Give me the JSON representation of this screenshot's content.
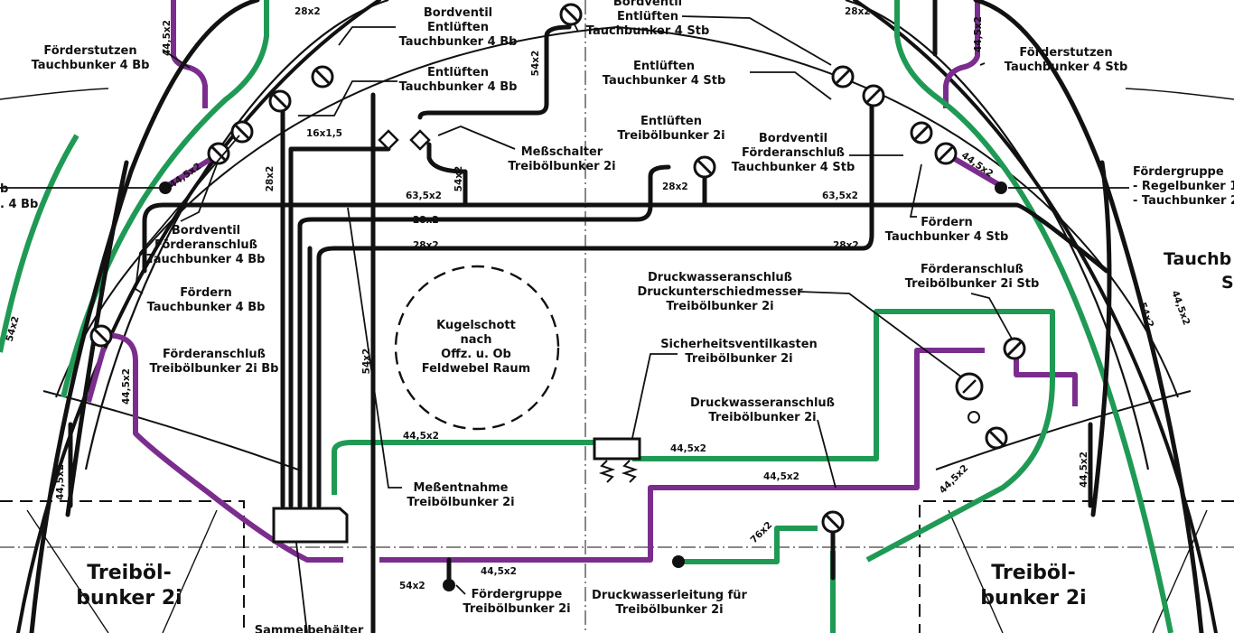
{
  "labels": {
    "foerderstutzen_bb": [
      "Förderstutzen",
      "Tauchbunker 4 Bb"
    ],
    "foerderstutzen_stb": [
      "Förderstutzen",
      "Tauchbunker 4 Stb"
    ],
    "bordventil_entlueften_bb": [
      "Bordventil",
      "Entlüften",
      "Tauchbunker 4 Bb"
    ],
    "bordventil_entlueften_stb": [
      "Bordventil",
      "Entlüften",
      "Tauchbunker 4 Stb"
    ],
    "entlueften_bb": [
      "Entlüften",
      "Tauchbunker 4 Bb"
    ],
    "entlueften_stb": [
      "Entlüften",
      "Tauchbunker 4 Stb"
    ],
    "messschalter": [
      "Meßschalter",
      "Treibölbunker 2i"
    ],
    "entlueften_treib": [
      "Entlüften",
      "Treibölbunker 2i"
    ],
    "bordventil_foerder_stb": [
      "Bordventil",
      "Förderanschluß",
      "Tauchbunker 4 Stb"
    ],
    "bordventil_foerder_bb": [
      "Bordventil",
      "Förderanschluß",
      "Tauchbunker 4 Bb"
    ],
    "foerdern_bb": [
      "Fördern",
      "Tauchbunker 4 Bb"
    ],
    "foerdern_stb": [
      "Fördern",
      "Tauchbunker 4 Stb"
    ],
    "foerdergruppe_right": [
      "Fördergruppe",
      "- Regelbunker 1",
      "- Tauchbunker 2"
    ],
    "left_cut": [
      "b",
      ". 4 Bb"
    ],
    "tauch_right": [
      "Tauchb",
      "S"
    ],
    "foerderanschluss_treib_bb": [
      "Förderanschluß",
      "Treibölbunker 2i Bb"
    ],
    "druckwasser_diff": [
      "Druckwasseranschluß",
      "Druckunterschiedmesser",
      "Treibölbunker 2i"
    ],
    "foerderanschluss_treib_stb": [
      "Förderanschluß",
      "Treibölbunker 2i Stb"
    ],
    "kugelschott": [
      "Kugelschott",
      "nach",
      "Offz. u. Ob",
      "Feldwebel Raum"
    ],
    "sicherheitsventil": [
      "Sicherheitsventilkasten",
      "Treibölbunker 2i"
    ],
    "druckwasser_anschluss": [
      "Druckwasseranschluß",
      "Treibölbunker 2i"
    ],
    "messentnahme": [
      "Meßentnahme",
      "Treibölbunker 2i"
    ],
    "foerdergruppe_treib": [
      "Fördergruppe",
      "Treibölbunker 2i"
    ],
    "druckwasserleitung": [
      "Druckwasserleitung für",
      "Treibölbunker 2i"
    ],
    "treiboel_left": [
      "Treiböl-",
      "bunker 2i"
    ],
    "treiboel_right": [
      "Treiböl-",
      "bunker 2i"
    ],
    "sammelbehaelter": "Sammelbehälter"
  },
  "dims": {
    "d28_tl": "28x2",
    "d28_tr": "28x2",
    "d445_bb_top": "44,5x2",
    "d445_stb_top": "44,5x2",
    "d54_top": "54x2",
    "d16": "16x1,5",
    "d28_left": "28x2",
    "d445_bb_mid": "44,5x2",
    "d445_stb_mid": "44,5x2",
    "d54_ms": "54x2",
    "d28_entl": "28x2",
    "d635_l": "63,5x2",
    "d635_r": "63,5x2",
    "d28_r1": "28x2",
    "d28_r2": "28x2",
    "d28_r3": "28x2",
    "d54_far_left": "54x2",
    "d445_far_right": "44,5x2",
    "d54_far_right": "54x2",
    "d445_left_v": "44,5x2",
    "d54_main": "54x2",
    "d445_green1": "44,5x2",
    "d445_green2": "44,5x2",
    "d445_purple": "44,5x2",
    "d445_stb_low": "44,5x2",
    "d445_bb_low": "44,5x2",
    "d445_right_low": "44,5x2",
    "d76": "76x2",
    "d54_fg": "54x2",
    "d445_bottom": "44,5x2"
  },
  "colors": {
    "black_line": "#111111",
    "purple_line": "#7b2d8e",
    "green_line": "#1f9a55",
    "marker_yellow": "#f2e200",
    "marker_red": "#d21f1f"
  }
}
